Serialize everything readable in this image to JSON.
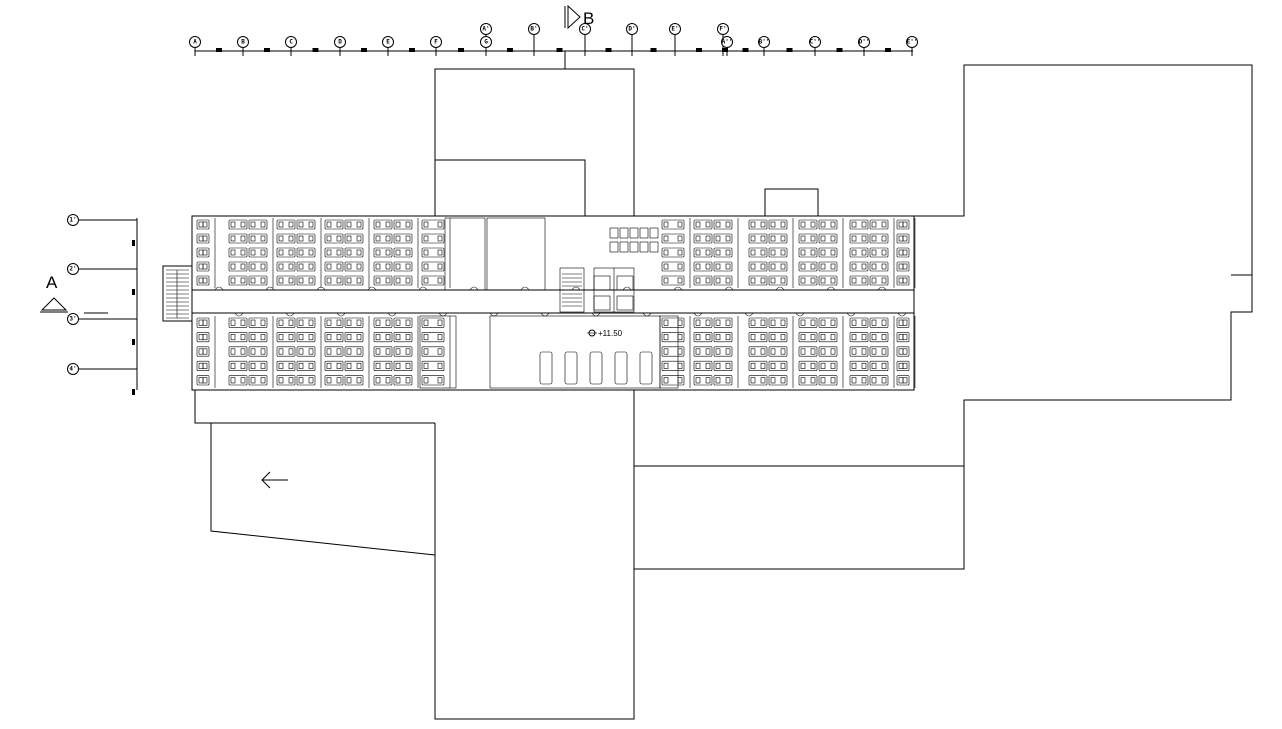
{
  "drawing": {
    "section_a_label": "A",
    "section_b_label": "B",
    "level_label": "+11.50",
    "top_grid_labels": [
      "A",
      "B",
      "C",
      "D",
      "E",
      "F",
      "A'",
      "G",
      "B'",
      "C'",
      "D'",
      "E'",
      "F'",
      "A''",
      "B''",
      "C''",
      "D''",
      "E''"
    ],
    "left_grid_labels": [
      "1'",
      "2'",
      "3'",
      "4'"
    ]
  }
}
